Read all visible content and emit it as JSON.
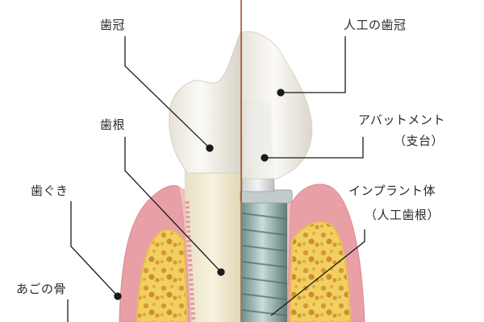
{
  "labels": {
    "crown": "歯冠",
    "root": "歯根",
    "gum": "歯ぐき",
    "jawbone": "あごの骨",
    "artificial_crown": "人工の歯冠",
    "abutment": "アバットメント",
    "abutment_sub": "（支台）",
    "implant_body": "インプラント体",
    "implant_body_sub": "（人工歯根）"
  },
  "colors": {
    "leader_line": "#1a1a1a",
    "divider": "#a0522d",
    "gum": "#e9a3a8",
    "bone": "#f0cf5a",
    "bone_marrow": "#d99a3a",
    "tooth": "#f4f1ea",
    "implant_metal": "#9fb7b4"
  }
}
